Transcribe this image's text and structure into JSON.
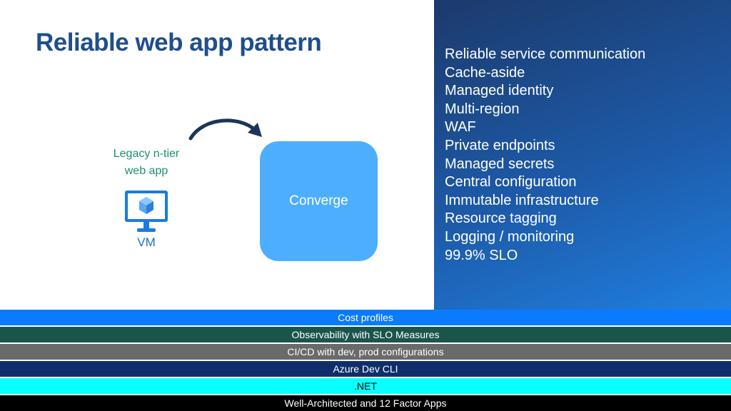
{
  "title": "Reliable web app pattern",
  "diagram": {
    "source_label": "Legacy n-tier web app",
    "source_line1": "Legacy n-tier",
    "source_line2": "web app",
    "vm_label": "VM",
    "target_label": "Converge"
  },
  "features": [
    "Reliable service communication",
    "Cache-aside",
    "Managed identity",
    "Multi-region",
    "WAF",
    "Private endpoints",
    "Managed secrets",
    "Central configuration",
    "Immutable infrastructure",
    "Resource tagging",
    "Logging / monitoring",
    "99.9% SLO"
  ],
  "layers": [
    {
      "label": "Cost profiles",
      "color": "#0a7bff",
      "text": "#ffffff"
    },
    {
      "label": "Observability with SLO Measures",
      "color": "#1a554c",
      "text": "#ffffff"
    },
    {
      "label": "CI/CD with dev, prod configurations",
      "color": "#6a6a6a",
      "text": "#ffffff"
    },
    {
      "label": "Azure Dev CLI",
      "color": "#0f2f6b",
      "text": "#ffffff"
    },
    {
      "label": ".NET",
      "color": "#0affff",
      "text": "#000000"
    },
    {
      "label": "Well-Architected and 12 Factor Apps",
      "color": "#000000",
      "text": "#ffffff"
    }
  ]
}
